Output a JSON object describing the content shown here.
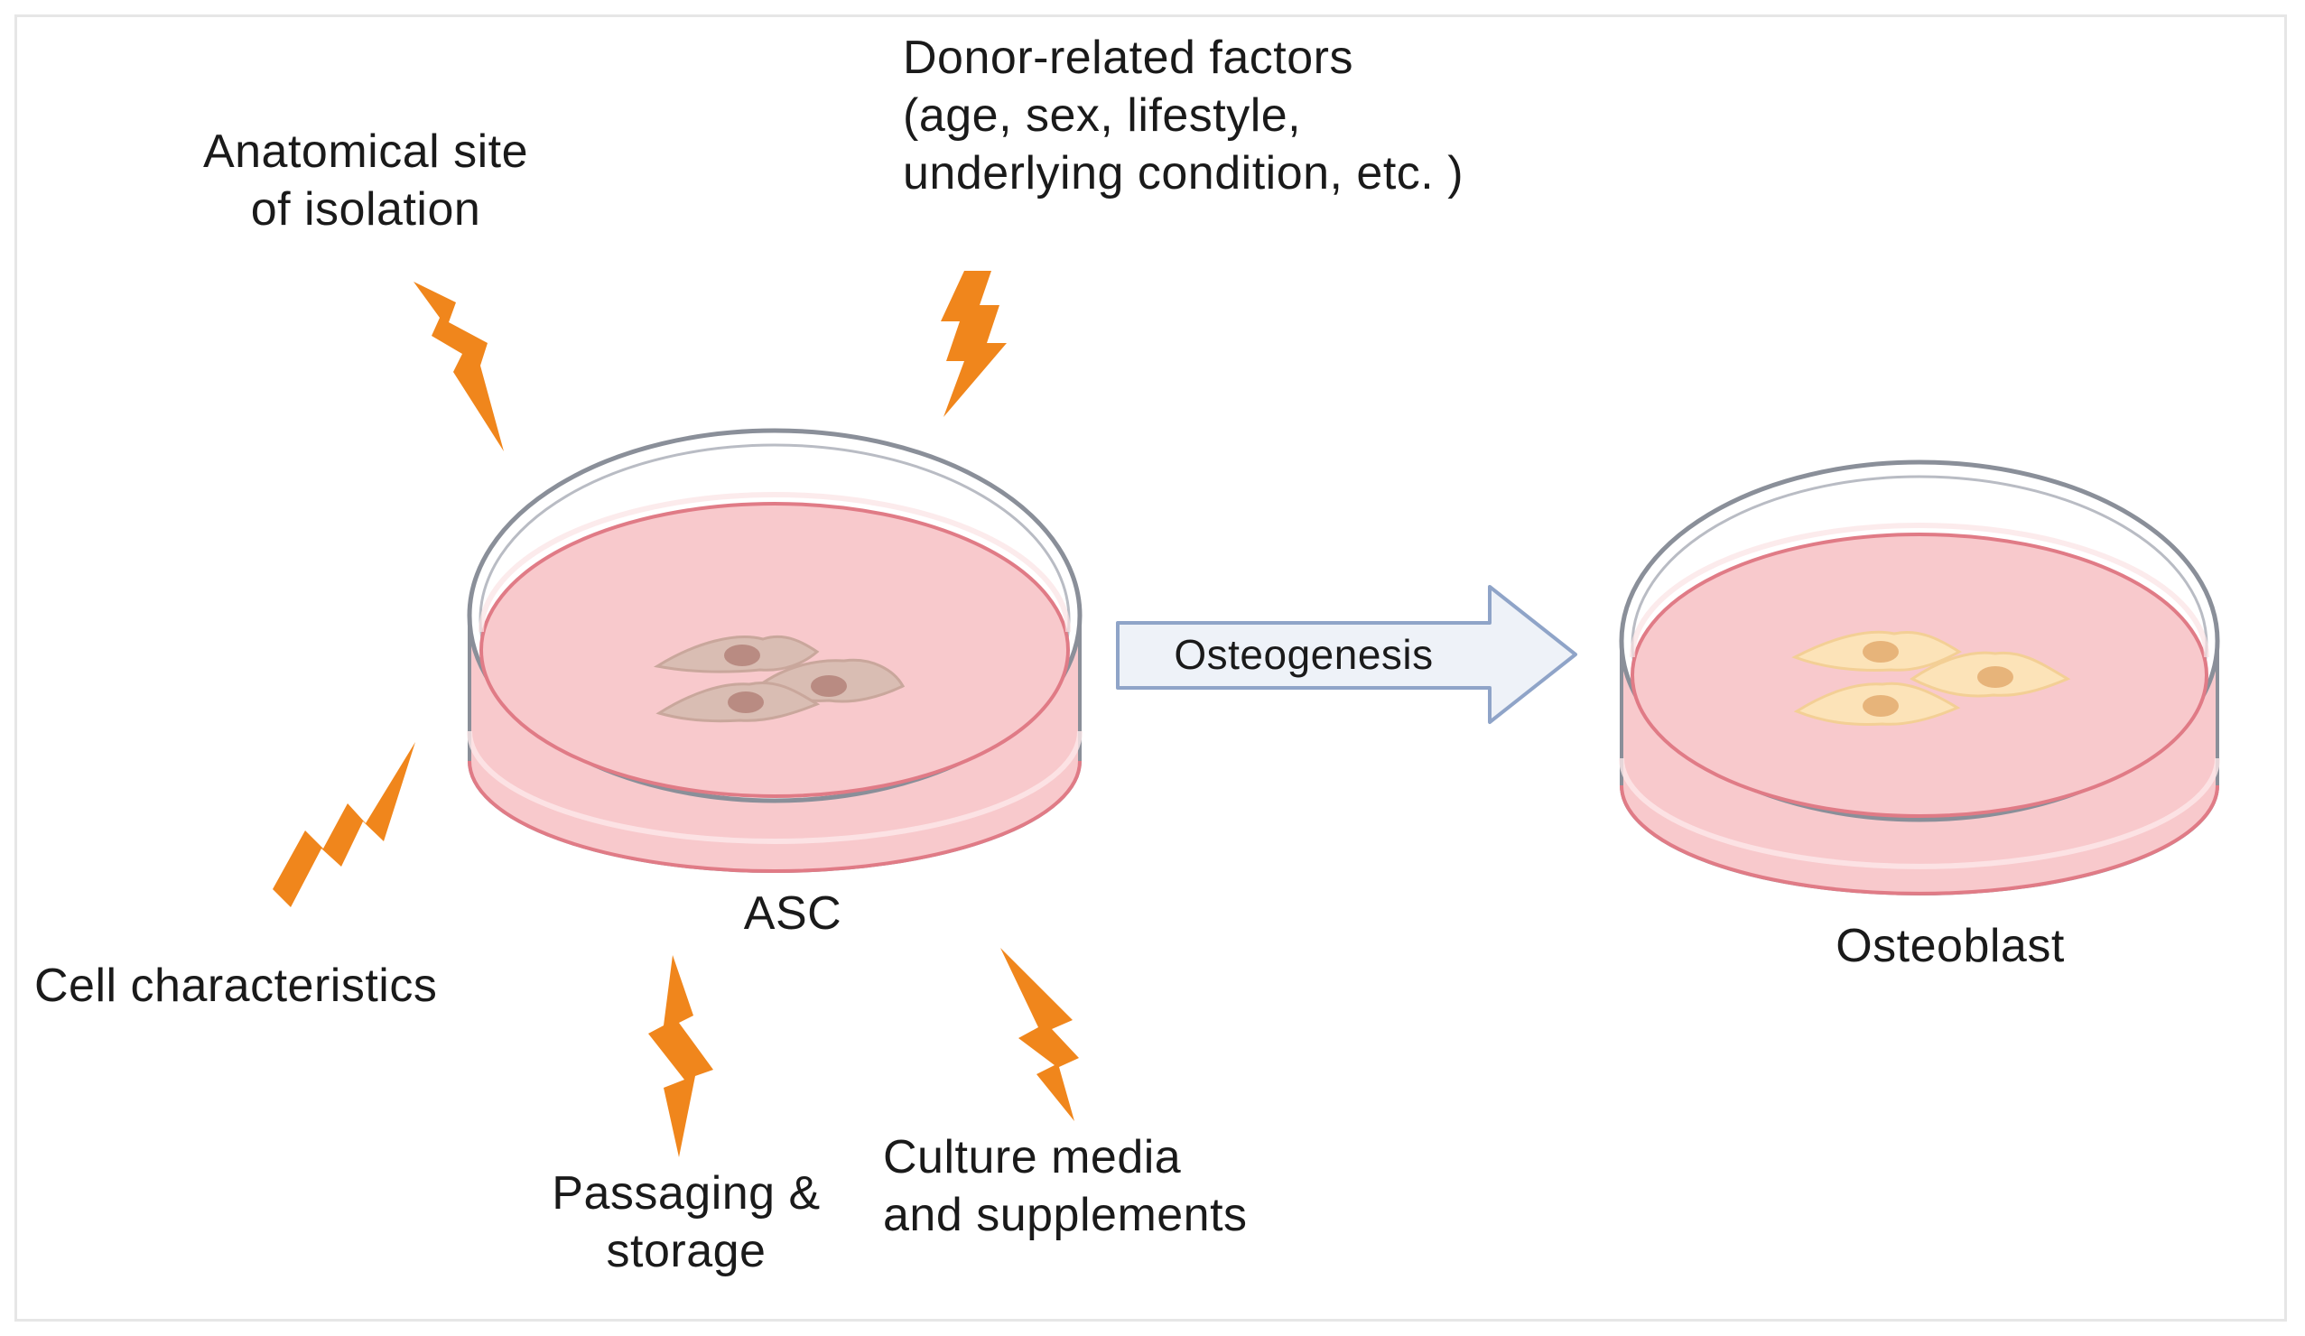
{
  "factors": {
    "anatomical_site": [
      "Anatomical site",
      "of isolation"
    ],
    "donor": [
      "Donor-related factors",
      "(age, sex, lifestyle,",
      "underlying condition, etc. )"
    ],
    "cell_characteristics": "Cell characteristics",
    "passaging": [
      "Passaging &",
      "storage"
    ],
    "culture_media": [
      "Culture media",
      "and supplements"
    ]
  },
  "dish_left_label": "ASC",
  "dish_right_label": "Osteoblast",
  "arrow_label": "Osteogenesis",
  "colors": {
    "bolt": "#f0861c",
    "dish_rim": "#8a8f99",
    "medium": "#f8c9cc",
    "medium_edge": "#e07b86",
    "asc_cell": "#d9bdb3",
    "asc_nucleus": "#b98b82",
    "osteoblast_cell": "#fce3b8",
    "osteoblast_nucleus": "#e7b47a",
    "arrow_fill": "#eef2f8",
    "arrow_stroke": "#8fa4c8"
  }
}
